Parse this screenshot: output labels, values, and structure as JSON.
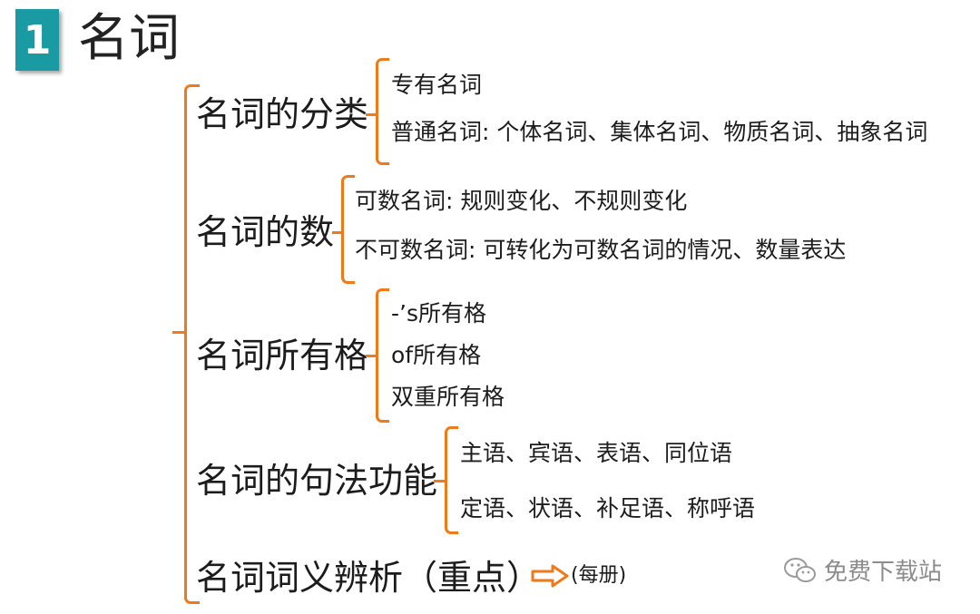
{
  "header": {
    "number": "1",
    "title": "名词"
  },
  "colors": {
    "bracket": "#f07a1a",
    "badge": "#1a9aa2"
  },
  "categories": [
    {
      "label": "名词的分类",
      "items": [
        "专有名词",
        "普通名词: 个体名词、集体名词、物质名词、抽象名词"
      ]
    },
    {
      "label": "名词的数",
      "items": [
        "可数名词: 规则变化、不规则变化",
        "不可数名词: 可转化为可数名词的情况、数量表达"
      ]
    },
    {
      "label": "名词所有格",
      "items": [
        "-’s所有格",
        "of所有格",
        "双重所有格"
      ]
    },
    {
      "label": "名词的句法功能",
      "items": [
        "主语、宾语、表语、同位语",
        "定语、状语、补足语、称呼语"
      ]
    },
    {
      "label": "名词词义辨析（重点）",
      "note": "(每册)",
      "arrow_icon": "outline-right-arrow"
    }
  ],
  "watermark": {
    "icon": "wechat-icon",
    "text": "免费下载站"
  }
}
